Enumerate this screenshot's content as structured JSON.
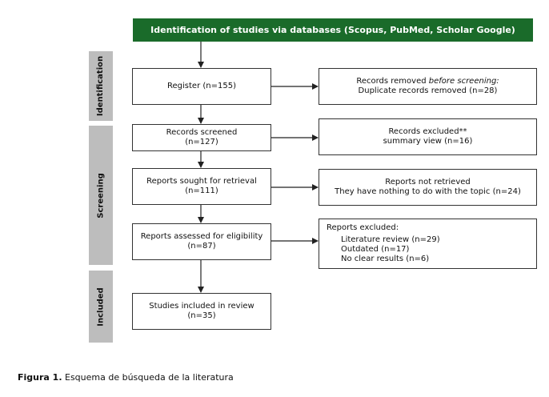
{
  "header": {
    "title": "Identification of studies via databases (Scopus, PubMed, Scholar Google)"
  },
  "phases": {
    "identification": "Identification",
    "screening": "Screening",
    "included": "Included"
  },
  "boxes": {
    "register": {
      "line1": "Register (n=155)"
    },
    "removed": {
      "line1_prefix": "Records removed ",
      "line1_emph": "before screening:",
      "line2": "Duplicate records removed (n=28)"
    },
    "screened": {
      "line1": "Records screened",
      "line2": "(n=127)"
    },
    "excluded": {
      "line1": "Records excluded**",
      "line2": "summary view (n=16)"
    },
    "sought": {
      "line1": "Reports sought for retrieval",
      "line2": "(n=111)"
    },
    "not_retrieved": {
      "line1": "Reports not retrieved",
      "line2": "They have nothing to do with the topic (n=24)"
    },
    "assessed": {
      "line1": "Reports assessed for eligibility",
      "line2": "(n=87)"
    },
    "reports_excluded": {
      "title": "Reports excluded:",
      "items": [
        "Literature review (n=29)",
        "Outdated (n=17)",
        "No clear results (n=6)"
      ]
    },
    "included": {
      "line1": "Studies included in review",
      "line2": "(n=35)"
    }
  },
  "caption": {
    "label": "Figura 1.",
    "text": " Esquema de búsqueda de la literatura"
  },
  "colors": {
    "header_bg": "#1a6b2a",
    "phase_bg": "#bdbdbd"
  }
}
